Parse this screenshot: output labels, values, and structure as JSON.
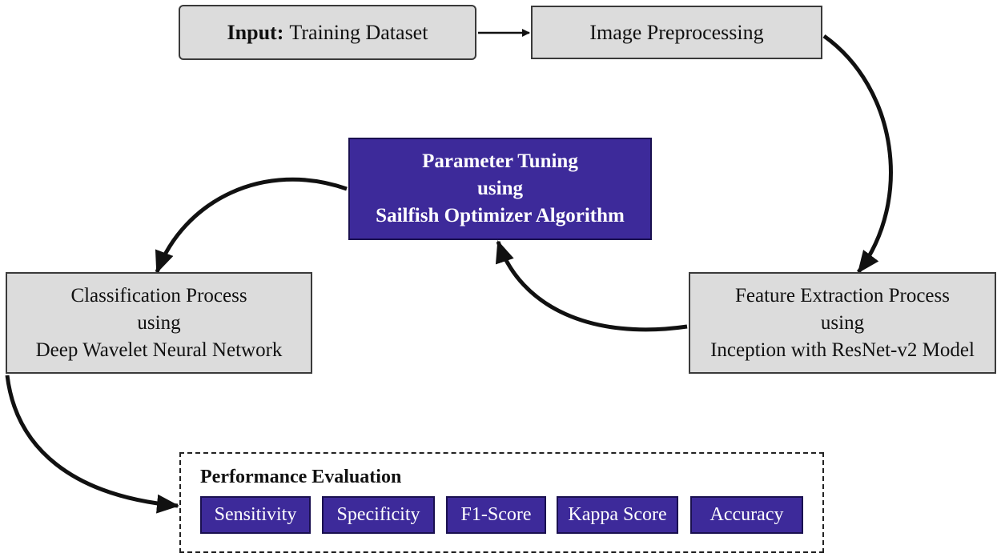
{
  "nodes": {
    "input": {
      "bold_label": "Input:",
      "label": "Training Dataset"
    },
    "preprocessing": {
      "label": "Image Preprocessing"
    },
    "tuning": {
      "line1": "Parameter Tuning",
      "line2": "using",
      "line3": "Sailfish Optimizer Algorithm"
    },
    "classification": {
      "line1": "Classification Process",
      "line2": "using",
      "line3": "Deep Wavelet Neural Network"
    },
    "feature": {
      "line1": "Feature Extraction Process",
      "line2": "using",
      "line3": "Inception with ResNet-v2 Model"
    }
  },
  "evaluation": {
    "title": "Performance Evaluation",
    "metrics": [
      "Sensitivity",
      "Specificity",
      "F1-Score",
      "Kappa Score",
      "Accuracy"
    ]
  },
  "colors": {
    "box_gray": "#dcdcdc",
    "box_purple": "#3d2a9a",
    "arrow": "#111111"
  }
}
